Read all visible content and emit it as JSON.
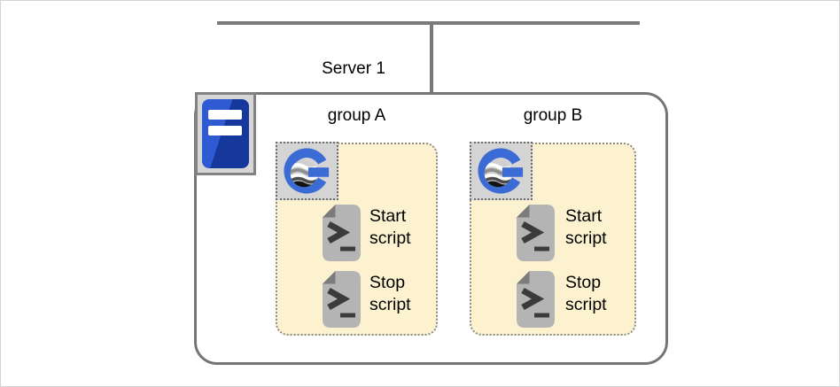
{
  "diagram": {
    "network": {
      "server_label": "Server 1"
    },
    "server": {
      "icon": "server-icon",
      "groups": [
        {
          "name": "group A",
          "icon": "g-logo-icon",
          "scripts": [
            {
              "icon": "script-file-icon",
              "label": "Start script"
            },
            {
              "icon": "script-file-icon",
              "label": "Stop script"
            }
          ]
        },
        {
          "name": "group B",
          "icon": "g-logo-icon",
          "scripts": [
            {
              "icon": "script-file-icon",
              "label": "Start script"
            },
            {
              "icon": "script-file-icon",
              "label": "Stop script"
            }
          ]
        }
      ]
    },
    "colors": {
      "connector_line": "#7a7a7a",
      "server_border": "#757575",
      "group_fill": "#fdf2d0",
      "group_border": "#8a8a8a",
      "icon_frame_fill": "#d6d6d6",
      "server_icon_blue": "#2e5bd4",
      "server_icon_blue_dark": "#16379c",
      "g_logo_blue": "#3b6bd4",
      "script_icon_gray": "#b4b4b4"
    }
  }
}
